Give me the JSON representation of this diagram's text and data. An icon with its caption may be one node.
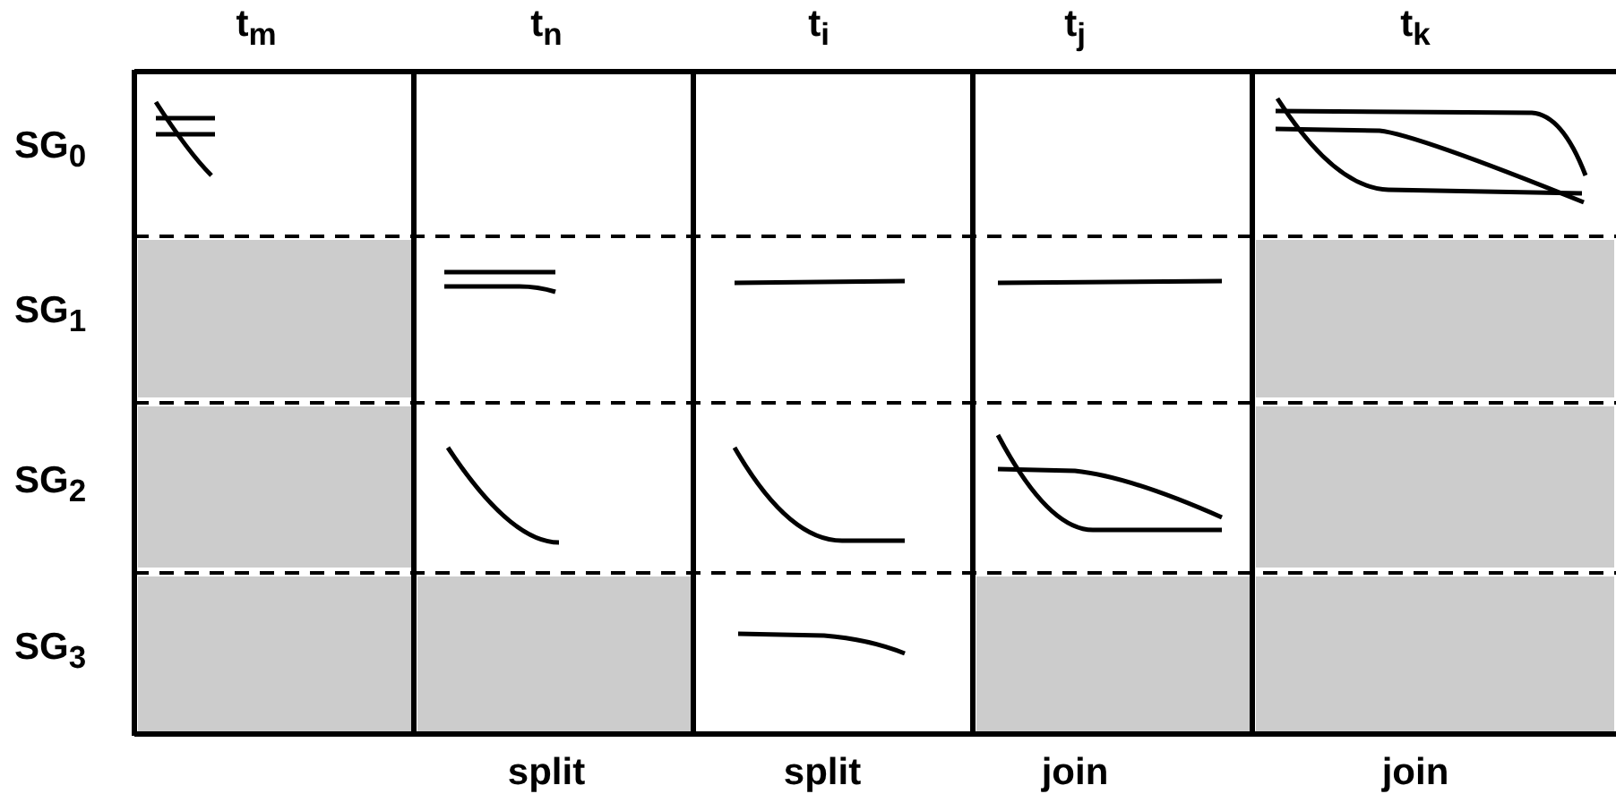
{
  "diagram": {
    "labels": [
      "t$_{m}$",
      "t$_{n}$",
      "t$_{i}$",
      "t$_{j}$",
      "t$_{k}$",
      "SG$_{0}$",
      "SG$_{1}$",
      "SG$_{2}$",
      "SG$_{3}$",
      "split",
      "split",
      "join",
      "join"
    ]
  }
}
